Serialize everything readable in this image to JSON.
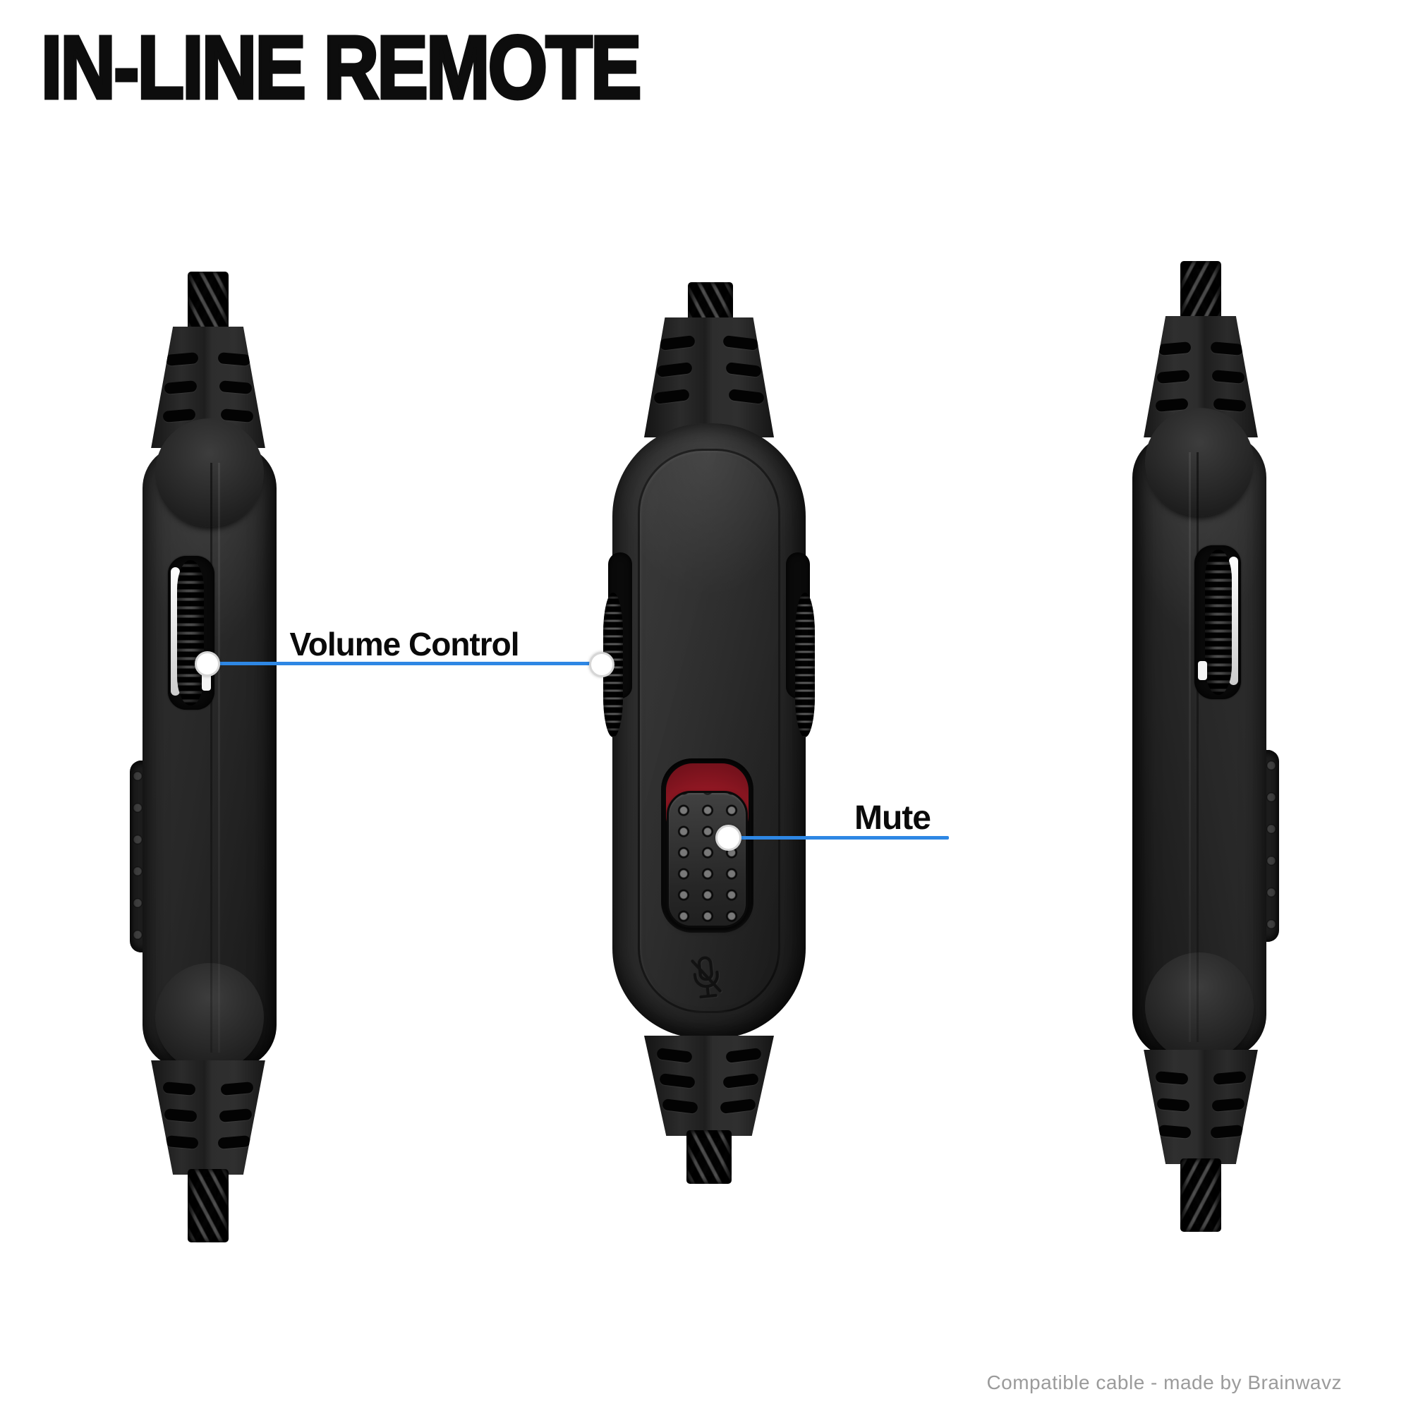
{
  "title": "IN-LINE REMOTE",
  "annotations": {
    "volume": {
      "label": "Volume Control",
      "marker": "white-dot",
      "line_color": "#2e87e4"
    },
    "mute": {
      "label": "Mute",
      "marker": "white-dot",
      "line_color": "#2e87e4"
    }
  },
  "remotes": [
    {
      "view": "side-view-left",
      "features": [
        "braided-cable",
        "strain-relief-vents",
        "volume-wheel",
        "mute-switch-edge"
      ]
    },
    {
      "view": "front-view",
      "features": [
        "braided-cable",
        "strain-relief-vents",
        "volume-wheel-both-edges",
        "mute-slider",
        "mute-red-indicator",
        "mic-mute-icon"
      ]
    },
    {
      "view": "side-view-right",
      "features": [
        "braided-cable",
        "strain-relief-vents",
        "volume-wheel",
        "mute-switch-edge"
      ]
    }
  ],
  "footer": "Compatible cable - made by Brainwavz",
  "colors": {
    "background": "#ffffff",
    "ink": "#0d0d0d",
    "accent_blue": "#2e87e4",
    "mute_red": "#9c1a26",
    "plastic_dark": "#262626",
    "footer_gray": "#9b9b9b"
  },
  "icons": {
    "mic_mute": "microphone-slash-icon"
  }
}
